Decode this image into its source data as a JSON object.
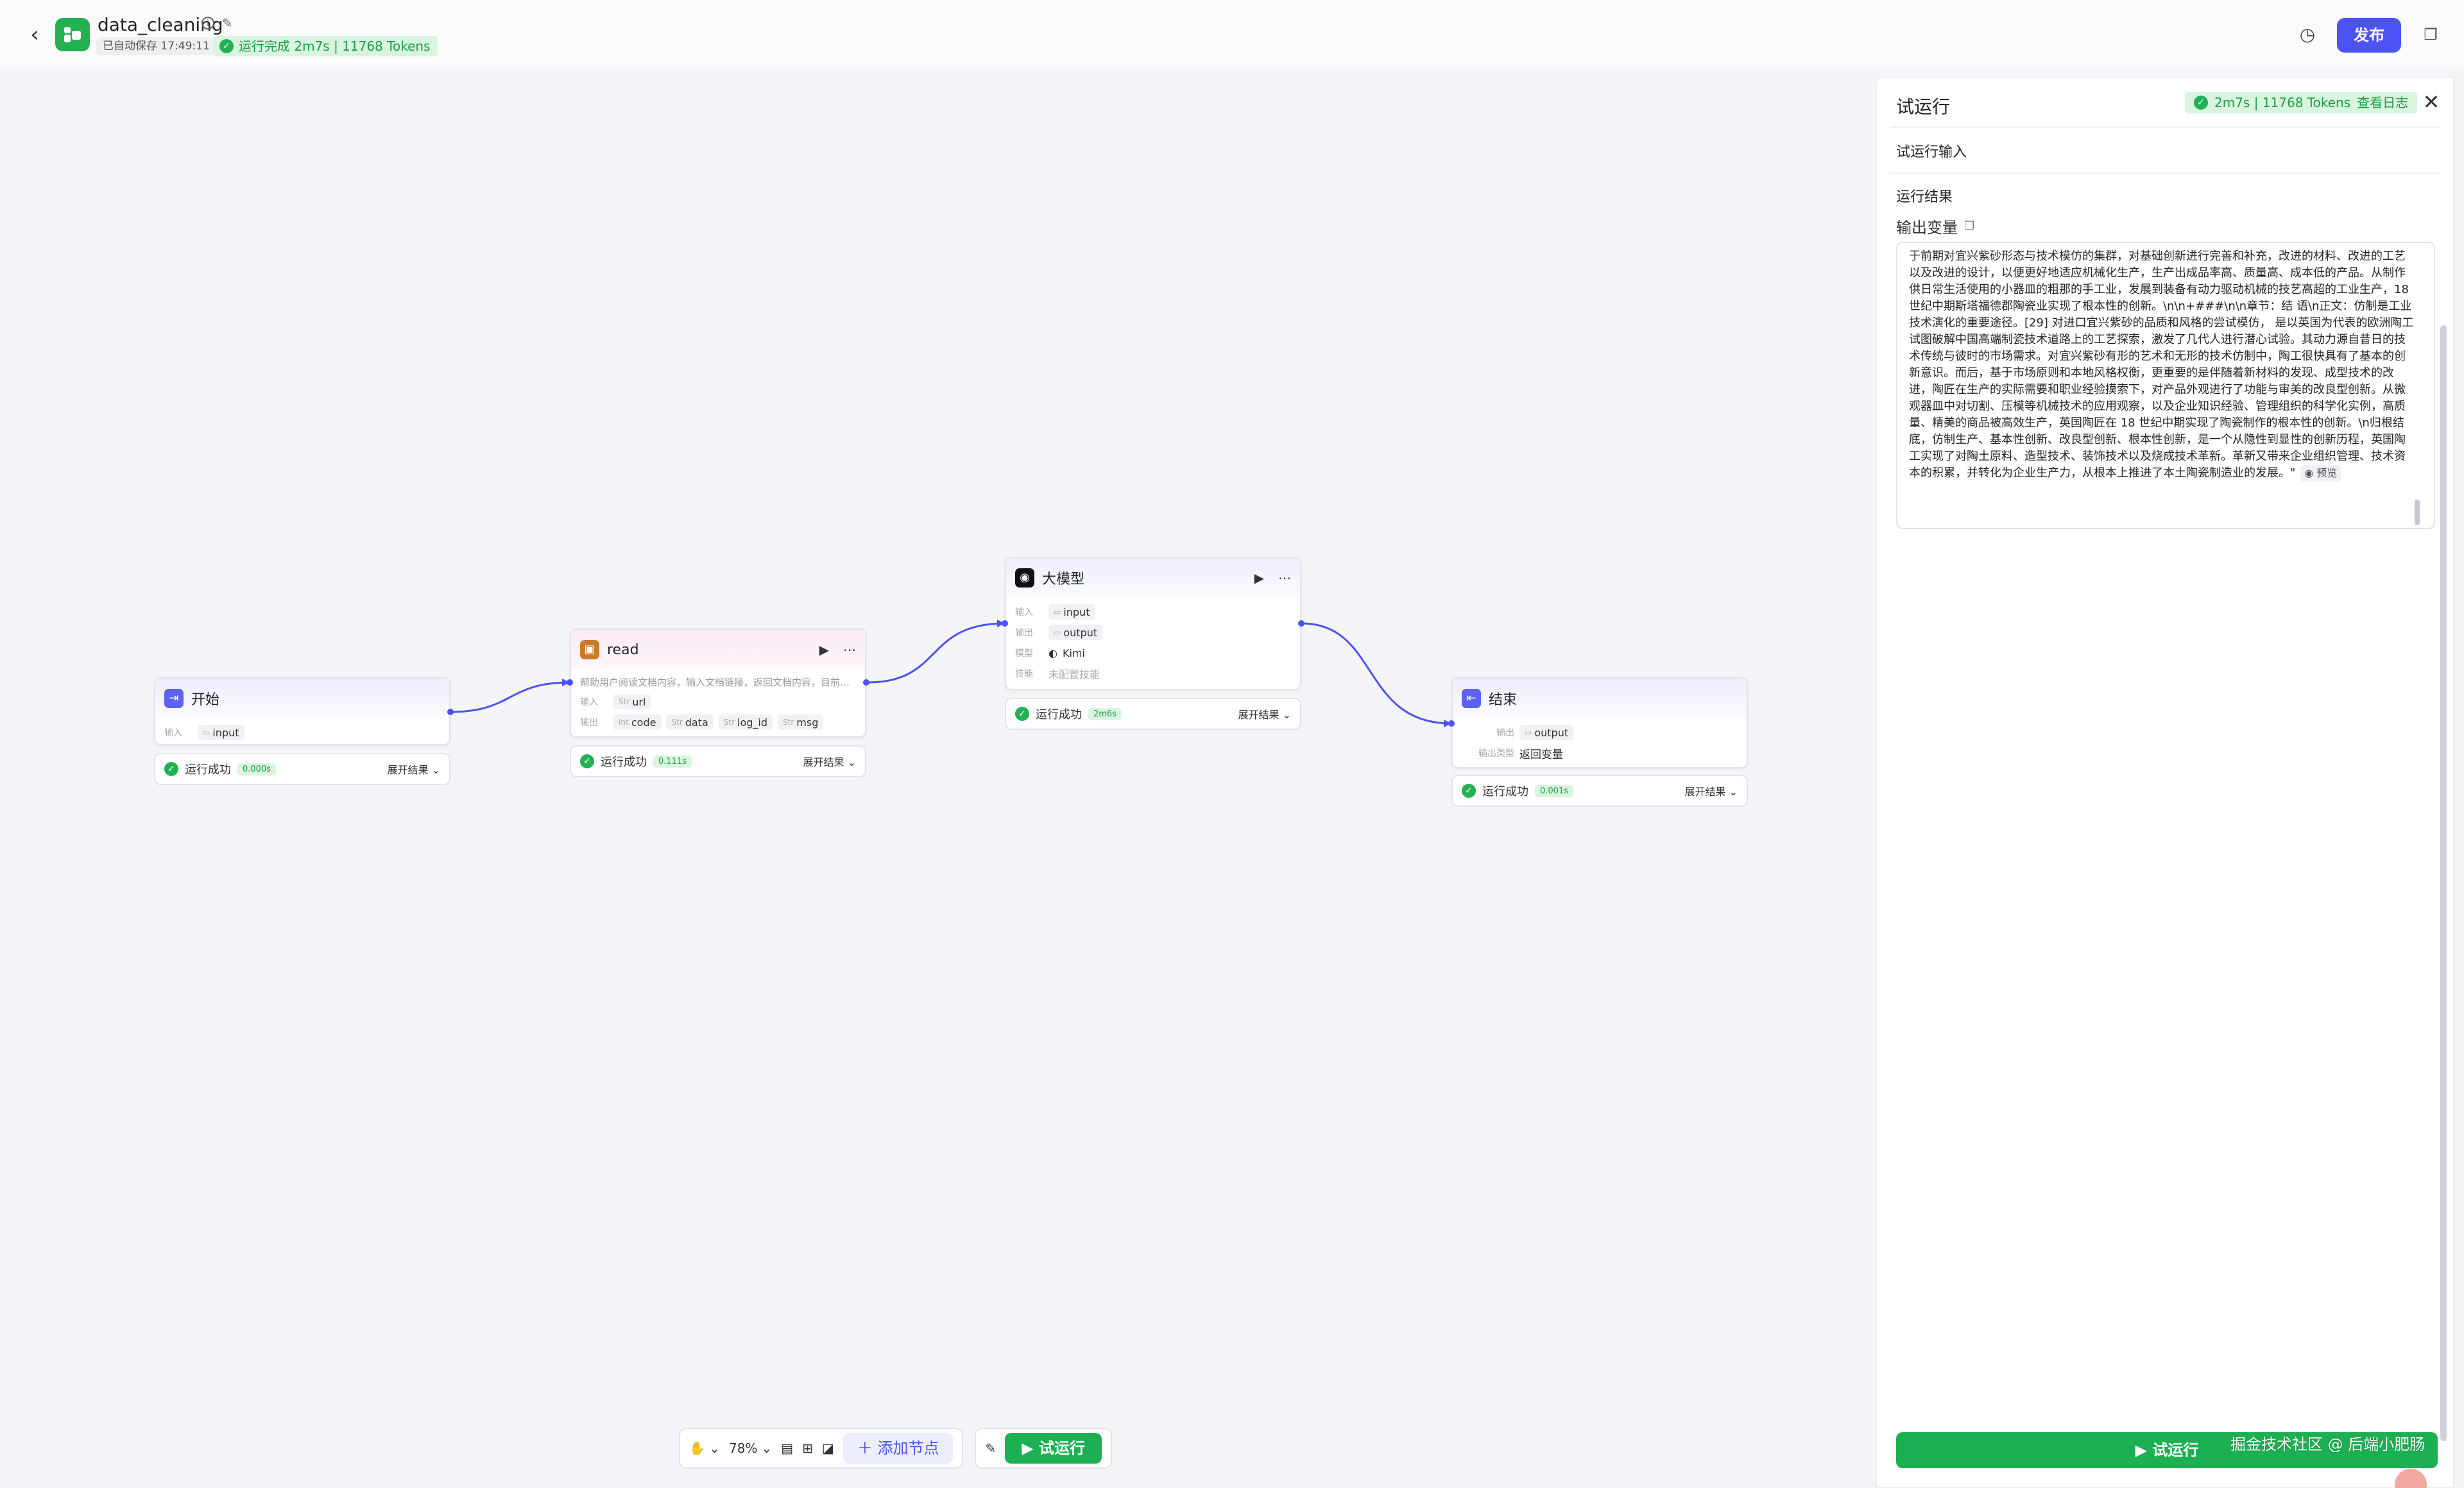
{
  "header": {
    "app_name": "data_cleaning",
    "autosave": "已自动保存 17:49:11",
    "run_status": "运行完成 2m7s | 11768 Tokens",
    "publish_label": "发布",
    "brand_color": "#22b052",
    "accent_color": "#4c52f3"
  },
  "nodes": {
    "start": {
      "title": "开始",
      "input_label": "输入",
      "input_var": "input",
      "status": "运行成功",
      "time": "0.000s",
      "expand": "展开结果"
    },
    "read": {
      "title": "read",
      "desc": "帮助用户阅读文档内容，输入文档链接，返回文档内容，目前…",
      "input_label": "输入",
      "input_var": "url",
      "output_label": "输出",
      "outputs": [
        "code",
        "data",
        "log_id",
        "msg"
      ],
      "output_types": [
        "Int",
        "Str",
        "Str",
        "Str"
      ],
      "input_type": "Str",
      "status": "运行成功",
      "time": "0.111s",
      "expand": "展开结果"
    },
    "llm": {
      "title": "大模型",
      "input_label": "输入",
      "input_var": "input",
      "output_label": "输出",
      "output_var": "output",
      "model_label": "模型",
      "model_name": "Kimi",
      "skill_label": "技能",
      "skill_value": "未配置技能",
      "status": "运行成功",
      "time": "2m6s",
      "expand": "展开结果"
    },
    "end": {
      "title": "结束",
      "output_label": "输出",
      "output_var": "output",
      "output_type_label": "输出类型",
      "output_type_value": "返回变量",
      "status": "运行成功",
      "time": "0.001s",
      "expand": "展开结果"
    }
  },
  "toolbar": {
    "zoom": "78%",
    "add_node": "添加节点",
    "try_run": "试运行"
  },
  "panel": {
    "title": "试运行",
    "badge": "2m7s | 11768 Tokens",
    "view_log": "查看日志",
    "input_section": "试运行输入",
    "result_section": "运行结果",
    "output_var": "输出变量",
    "output_text": "于前期对宜兴紫砂形态与技术模仿的集群，对基础创新进行完善和补充，改进的材料、改进的工艺以及改进的设计，以便更好地适应机械化生产，生产出成品率高、质量高、成本低的产品。从制作供日常生活使用的小器皿的粗那的手工业，发展到装备有动力驱动机械的技艺高超的工业生产，18 世纪中期斯塔福德郡陶瓷业实现了根本性的创新。\\n\\n+###\\n\\n章节：结 语\\n正文：仿制是工业技术演化的重要途径。[29] 对进口宜兴紫砂的品质和风格的尝试模仿， 是以英国为代表的欧洲陶工试图破解中国高端制瓷技术道路上的工艺探索，激发了几代人进行潜心试验。其动力源自昔日的技术传统与彼时的市场需求。对宜兴紫砂有形的艺术和无形的技术仿制中，陶工很快具有了基本的创新意识。而后，基于市场原则和本地风格权衡，更重要的是伴随着新材料的发现、成型技术的改进，陶匠在生产的实际需要和职业经验摸索下，对产品外观进行了功能与审美的改良型创新。从微观器皿中对切割、压模等机械技术的应用观察，以及企业知识经验、管理组织的科学化实例，高质量、精美的商品被高效生产，英国陶匠在 18 世纪中期实现了陶瓷制作的根本性的创新。\\n归根结底，仿制生产、基本性创新、改良型创新、根本性创新，是一个从隐性到显性的创新历程，英国陶工实现了对陶土原料、造型技术、装饰技术以及烧成技术革新。革新又带来企业组织管理、技术资本的积累，并转化为企业生产力，从根本上推进了本土陶瓷制造业的发展。\"",
    "preview": "预览",
    "run_button": "试运行",
    "watermark": "掘金技术社区 @ 后端小肥肠"
  }
}
